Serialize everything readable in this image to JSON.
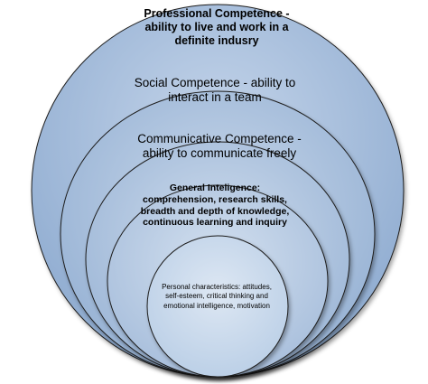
{
  "layers": [
    {
      "id": "professional",
      "text": "Professional Competence - ability to live and work in a definite indusry"
    },
    {
      "id": "social",
      "text": "Social Competence - ability to interact in a team"
    },
    {
      "id": "communicative",
      "text": "Communicative Competence - ability to communicate freely"
    },
    {
      "id": "general",
      "text": "General Inteligence: comprehension, research skills, breadth and depth of knowledge, continuous learning and inquiry"
    },
    {
      "id": "personal",
      "text": "Personal characteristics: attitudes, self-esteem, critical thinking and emotional intelligence, motivation"
    }
  ],
  "colors": {
    "outer_fill": "#9db5d4",
    "inner_fill": "#c9d8ea",
    "stroke": "#1f1f1f"
  }
}
